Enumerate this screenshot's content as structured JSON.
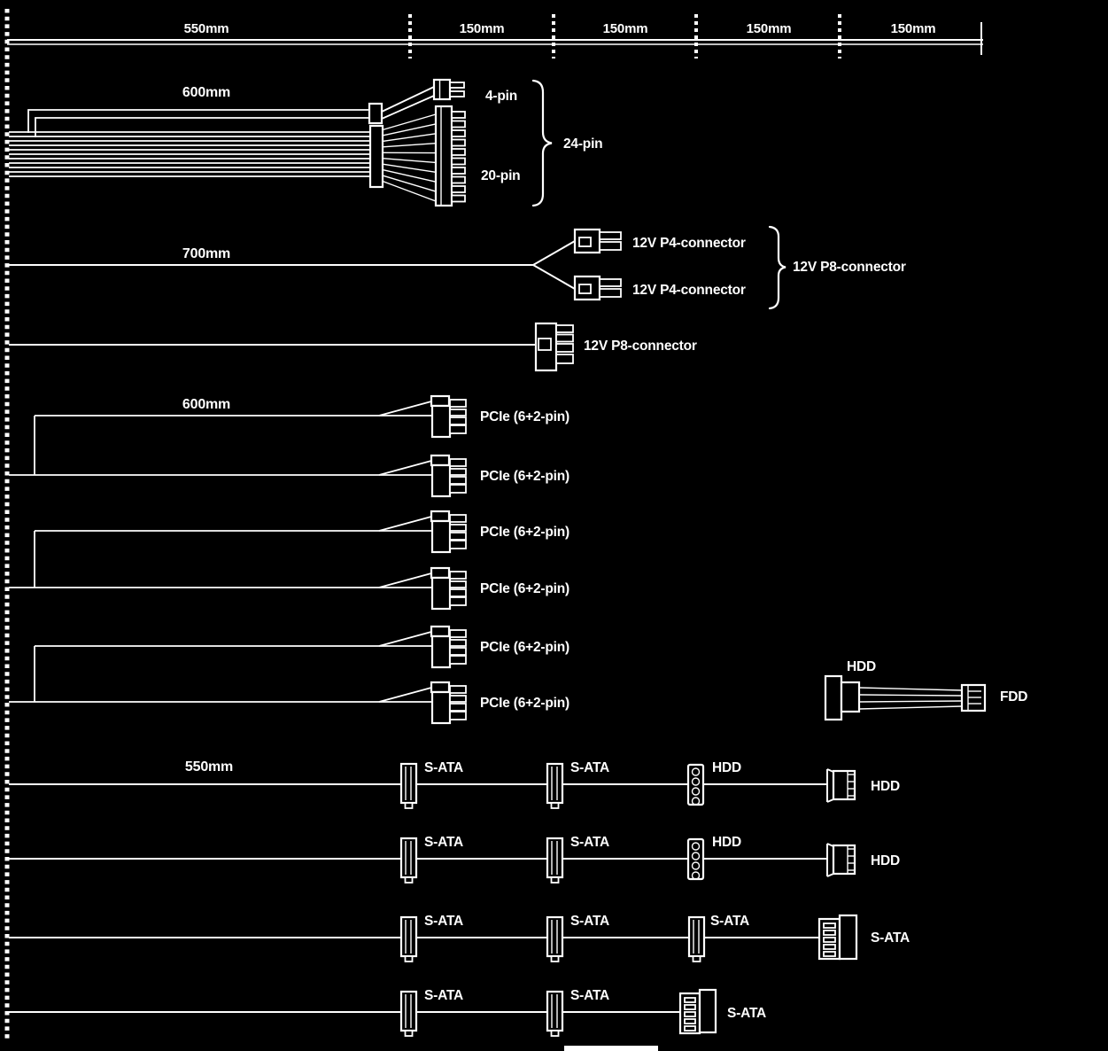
{
  "colors": {
    "background": "#000000",
    "line": "#ffffff",
    "text": "#ffffff"
  },
  "ruler": {
    "segments": [
      "550mm",
      "150mm",
      "150mm",
      "150mm",
      "150mm"
    ]
  },
  "labels": {
    "atx_length": "600mm",
    "four_pin": "4-pin",
    "twenty_pin": "20-pin",
    "twenty_four_pin": "24-pin",
    "eps_length": "700mm",
    "p4_connector": "12V P4-connector",
    "p8_connector": "12V P8-connector",
    "pcie_length": "600mm",
    "pcie_connector": "PCIe (6+2-pin)",
    "peripheral_length": "550mm",
    "sata": "S-ATA",
    "hdd": "HDD",
    "fdd": "FDD"
  }
}
